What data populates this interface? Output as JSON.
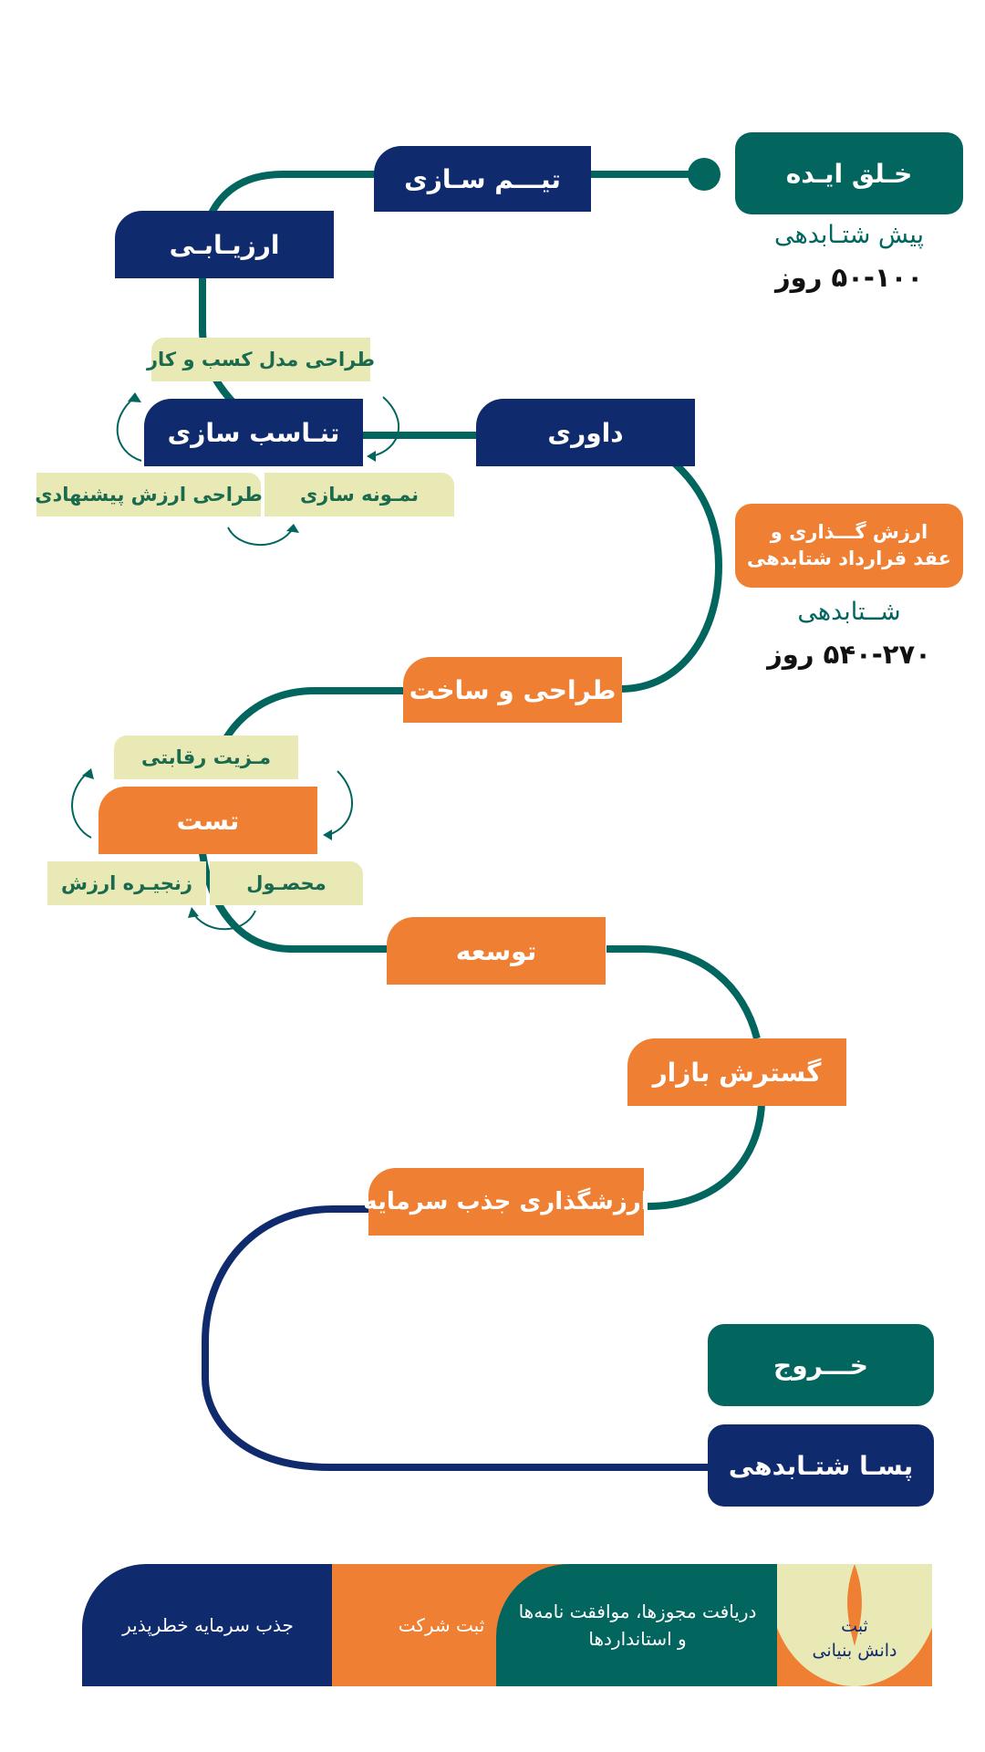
{
  "start": {
    "title": "خـلق ایـده",
    "subtitle": "پیش شتـابدهی",
    "duration": "۵۰-۱۰۰ روز"
  },
  "stages": {
    "team_building": "تیـــم سـازی",
    "evaluation": "ارزیـابـی",
    "business_model": "طراحی مدل کسب و کار",
    "fit": "تنـاسب سازی",
    "prototyping": "نمـونه سازی",
    "value_proposition": "طراحی ارزش پیشنهادی",
    "judging": "داوری",
    "design_build": "طراحی و ساخت",
    "competitive_advantage": "مـزیت رقابتی",
    "test": "تست",
    "product": "محصـول",
    "value_chain": "زنجیـره ارزش",
    "development": "توسعه",
    "market_expansion": "گسترش بازار",
    "valuation_investment": "ارزشگذاری جذب سرمایه"
  },
  "acceleration": {
    "box_line1": "ارزش گـــذاری و",
    "box_line2": "عقد قرارداد شتابدهی",
    "subtitle": "شــتابدهی",
    "duration": "۵۴۰-۲۷۰ روز"
  },
  "exit": {
    "exit_label": "خـــروج",
    "post_acceleration": "پسـا شتـابدهی"
  },
  "bottom_bar": {
    "seg1_line1": "ثبت",
    "seg1_line2": "دانش بنیانی",
    "seg2_line1": "دریافت مجوزها، موافقت نامه‌ها",
    "seg2_line2": "و استانداردها",
    "seg3": "ثبت شرکت",
    "seg4": "جذب سرمایه خطرپذیر"
  },
  "colors": {
    "navy": "#102a6e",
    "orange": "#ee7f33",
    "teal": "#02665f",
    "cream": "#e9e9b6"
  }
}
